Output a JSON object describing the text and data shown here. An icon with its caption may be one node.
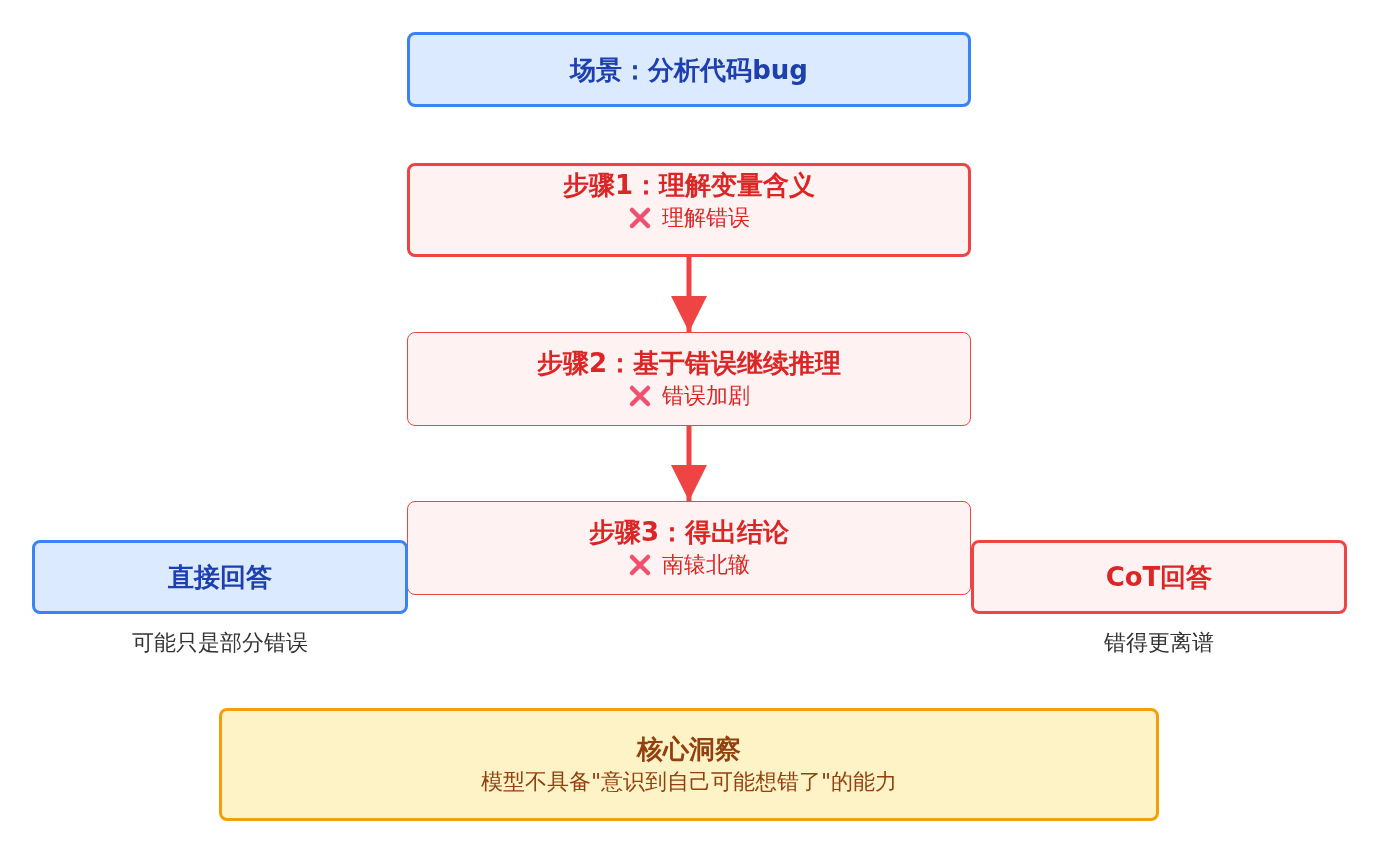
{
  "diagram": {
    "nodes": [
      {
        "text": [
          "场景：分析代码bug"
        ]
      },
      {
        "text": [
          "步骤1：理解变量含义",
          "理解错误"
        ]
      },
      {
        "text": [
          "步骤2：基于错误继续推理",
          "错误加剧"
        ]
      },
      {
        "text": [
          "步骤3：得出结论",
          "南辕北辙"
        ]
      },
      {
        "text": [
          "直接回答"
        ],
        "beside": [
          "可能只是部分错误"
        ]
      },
      {
        "text": [
          "CoT回答"
        ],
        "beside": [
          "错得更离谱"
        ]
      },
      {
        "text": [
          "核心洞察",
          "模型不具备\"意识到自己可能想错了\"的能力"
        ]
      }
    ],
    "edges": [
      {
        "from": 1,
        "to": 2,
        "arrow": "to"
      },
      {
        "from": 2,
        "to": 3,
        "arrow": "to"
      }
    ]
  }
}
